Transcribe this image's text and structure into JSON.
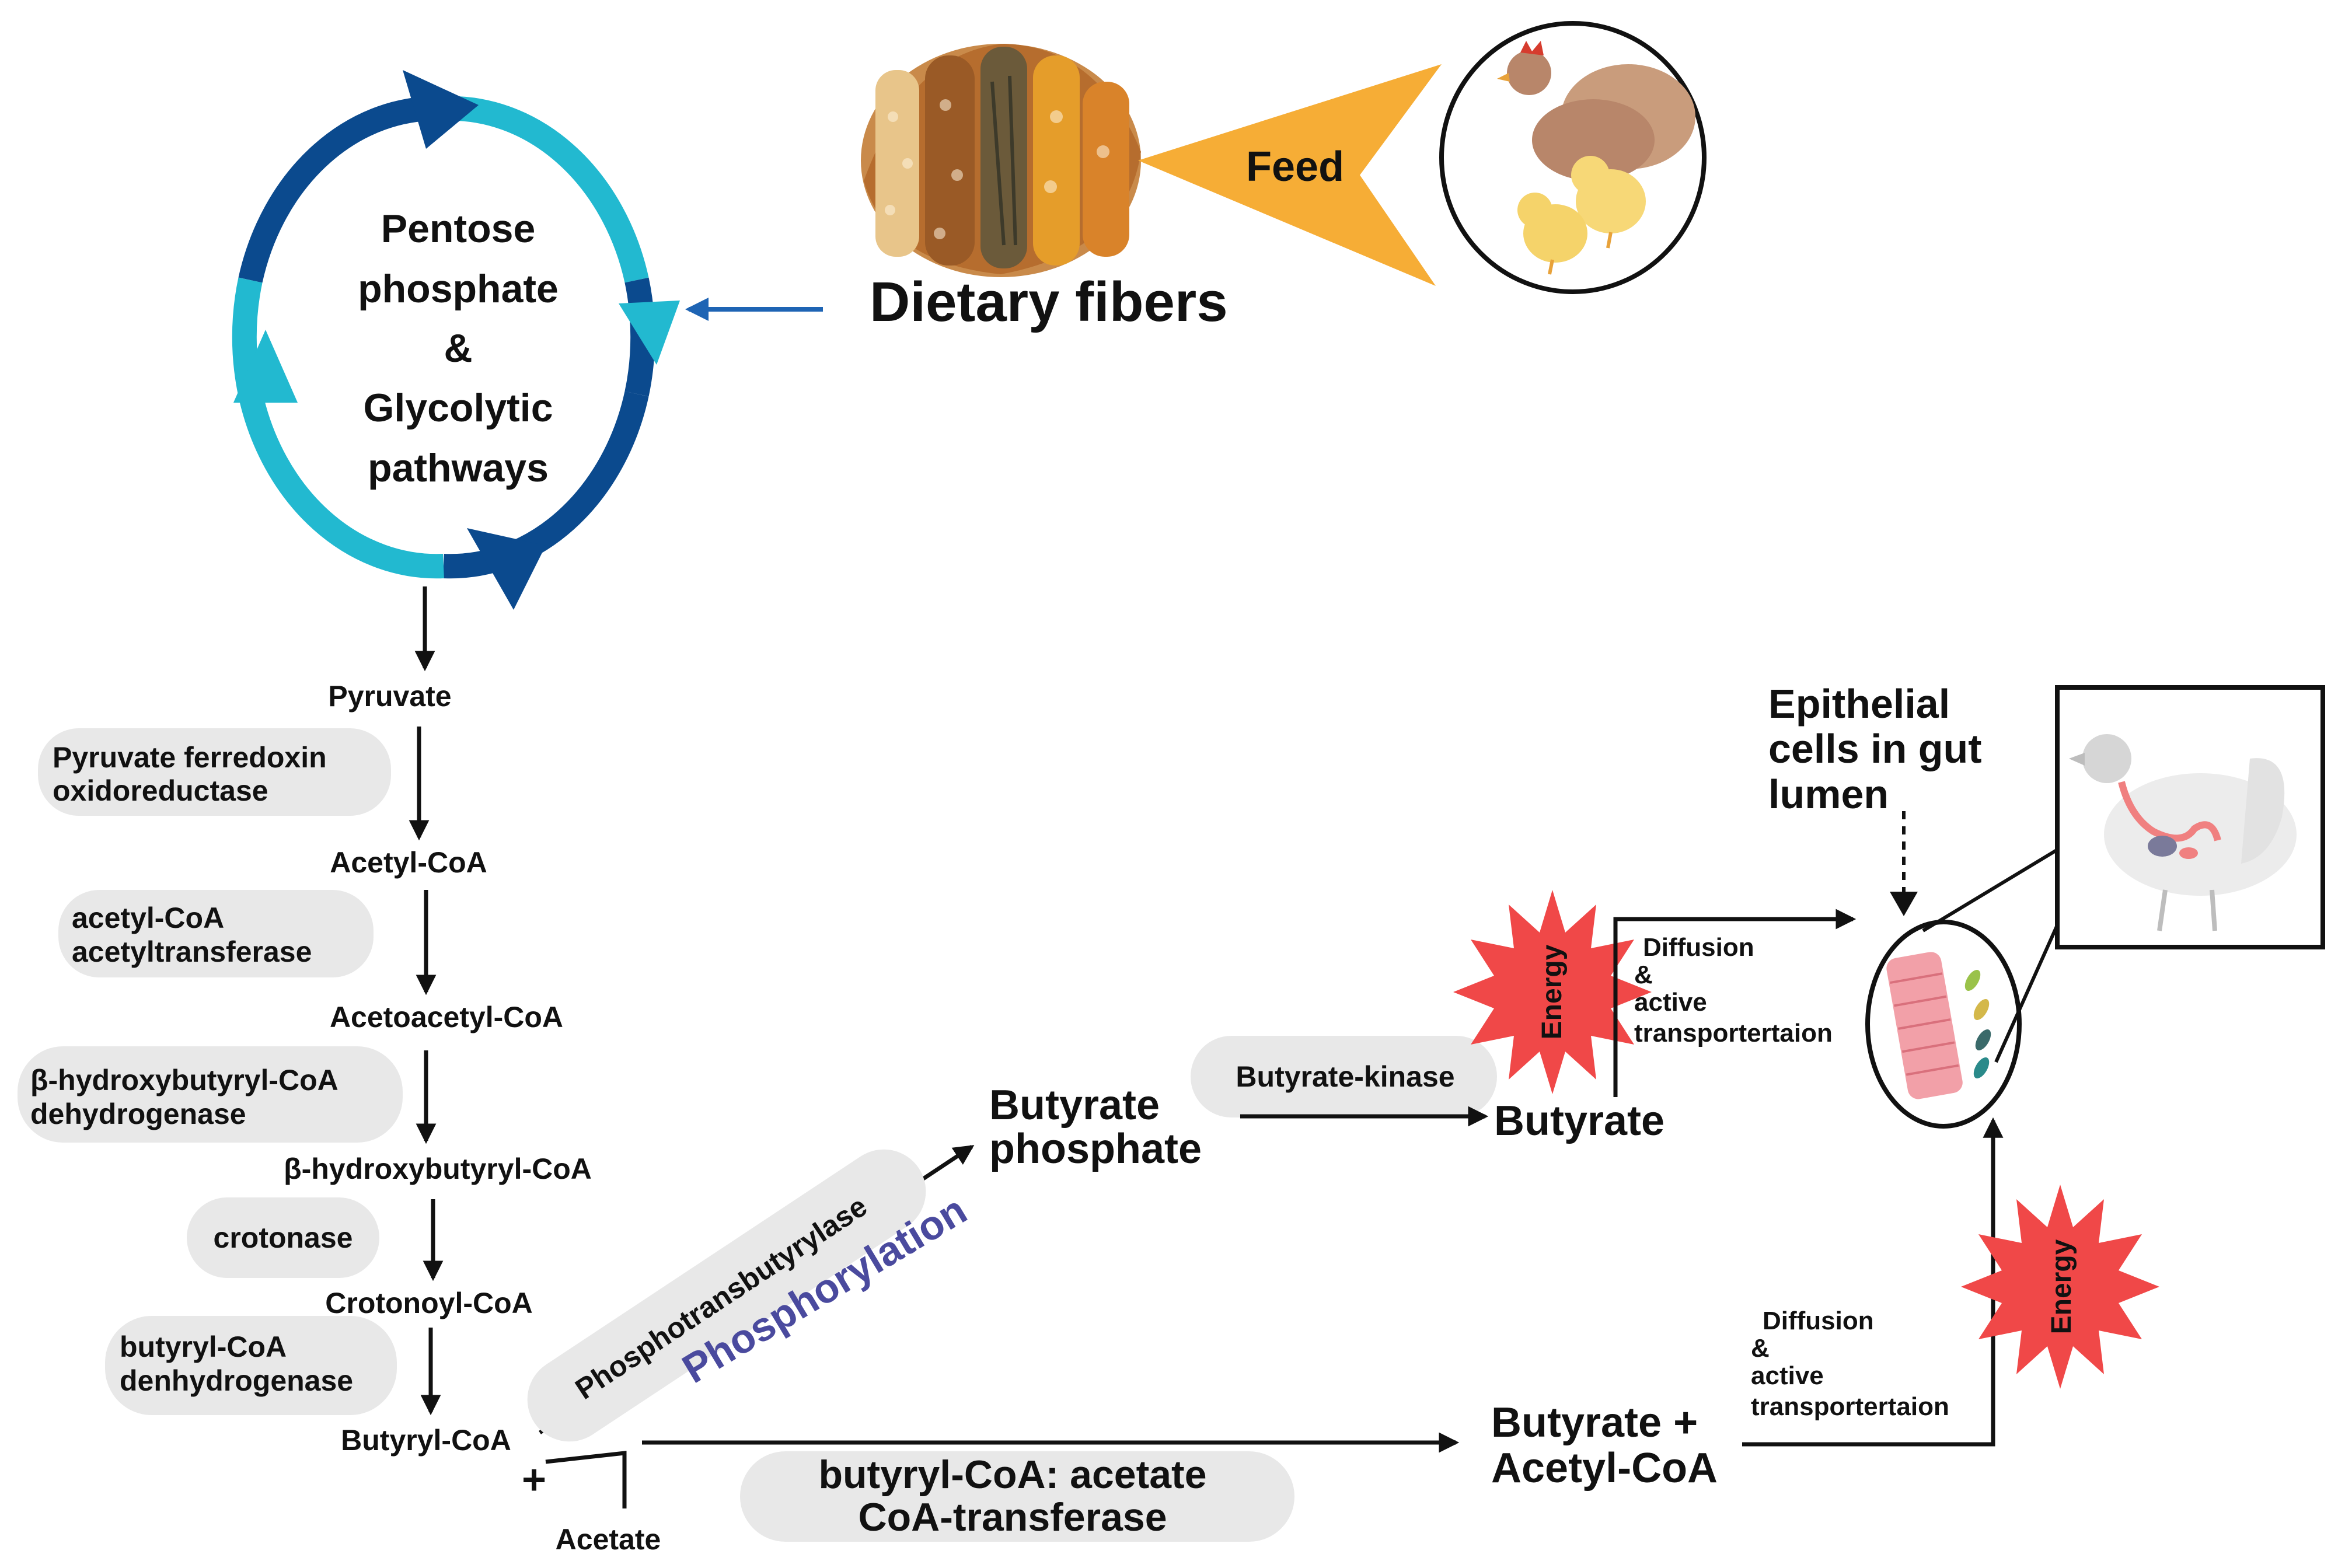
{
  "feed": {
    "label": "Feed"
  },
  "dietary_fibers": {
    "label": "Dietary fibers"
  },
  "cycle": {
    "line1": "Pentose",
    "line2": "phosphate",
    "line3": "&",
    "line4": "Glycolytic",
    "line5": "pathways"
  },
  "metabolites": {
    "pyruvate": "Pyruvate",
    "acetyl_coa": "Acetyl-CoA",
    "acetoacetyl_coa": "Acetoacetyl-CoA",
    "hydroxybutyryl_coa": "β-hydroxybutyryl-CoA",
    "crotonoyl_coa": "Crotonoyl-CoA",
    "butyryl_coa": "Butyryl-CoA",
    "plus": "+",
    "acetate": "Acetate",
    "butyrate_phosphate_1": "Butyrate",
    "butyrate_phosphate_2": "phosphate",
    "butyrate": "Butyrate",
    "butyrate_acetyl_1": "Butyrate +",
    "butyrate_acetyl_2": "Acetyl-CoA"
  },
  "enzymes": {
    "pfor_1": "Pyruvate ferredoxin",
    "pfor_2": "oxidoreductase",
    "acat_1": "acetyl-CoA",
    "acat_2": "acetyltransferase",
    "hbd_1": "β-hydroxybutyryl-CoA",
    "hbd_2": "dehydrogenase",
    "crotonase": "crotonase",
    "bcd_1": "butyryl-CoA",
    "bcd_2": "denhydrogenase",
    "ptb": "Phosphotransbutyrylase",
    "phosphorylation": "Phosphorylation",
    "buk": "Butyrate-kinase",
    "but_1": "butyryl-CoA: acetate",
    "but_2": "CoA-transferase"
  },
  "transport": {
    "upper_1": "Diffusion",
    "upper_2": "&",
    "upper_3": "active",
    "upper_4": "transportertaion",
    "lower_1": "Diffusion",
    "lower_2": "&",
    "lower_3": "active",
    "lower_4": "transportertaion"
  },
  "energy": {
    "upper": "Energy",
    "lower": "Energy"
  },
  "epithelial": {
    "line1": "Epithelial",
    "line2": "cells in gut",
    "line3": "lumen"
  },
  "colors": {
    "cycle_dark": "#0b4a8e",
    "cycle_light": "#22b9d0",
    "feed_arrow": "#f6ad36",
    "energy_burst": "#f04848",
    "phosphorylation_text": "#4a4a9e",
    "input_arrow": "#1e64b4",
    "epithelium": "#f2a0a8"
  }
}
